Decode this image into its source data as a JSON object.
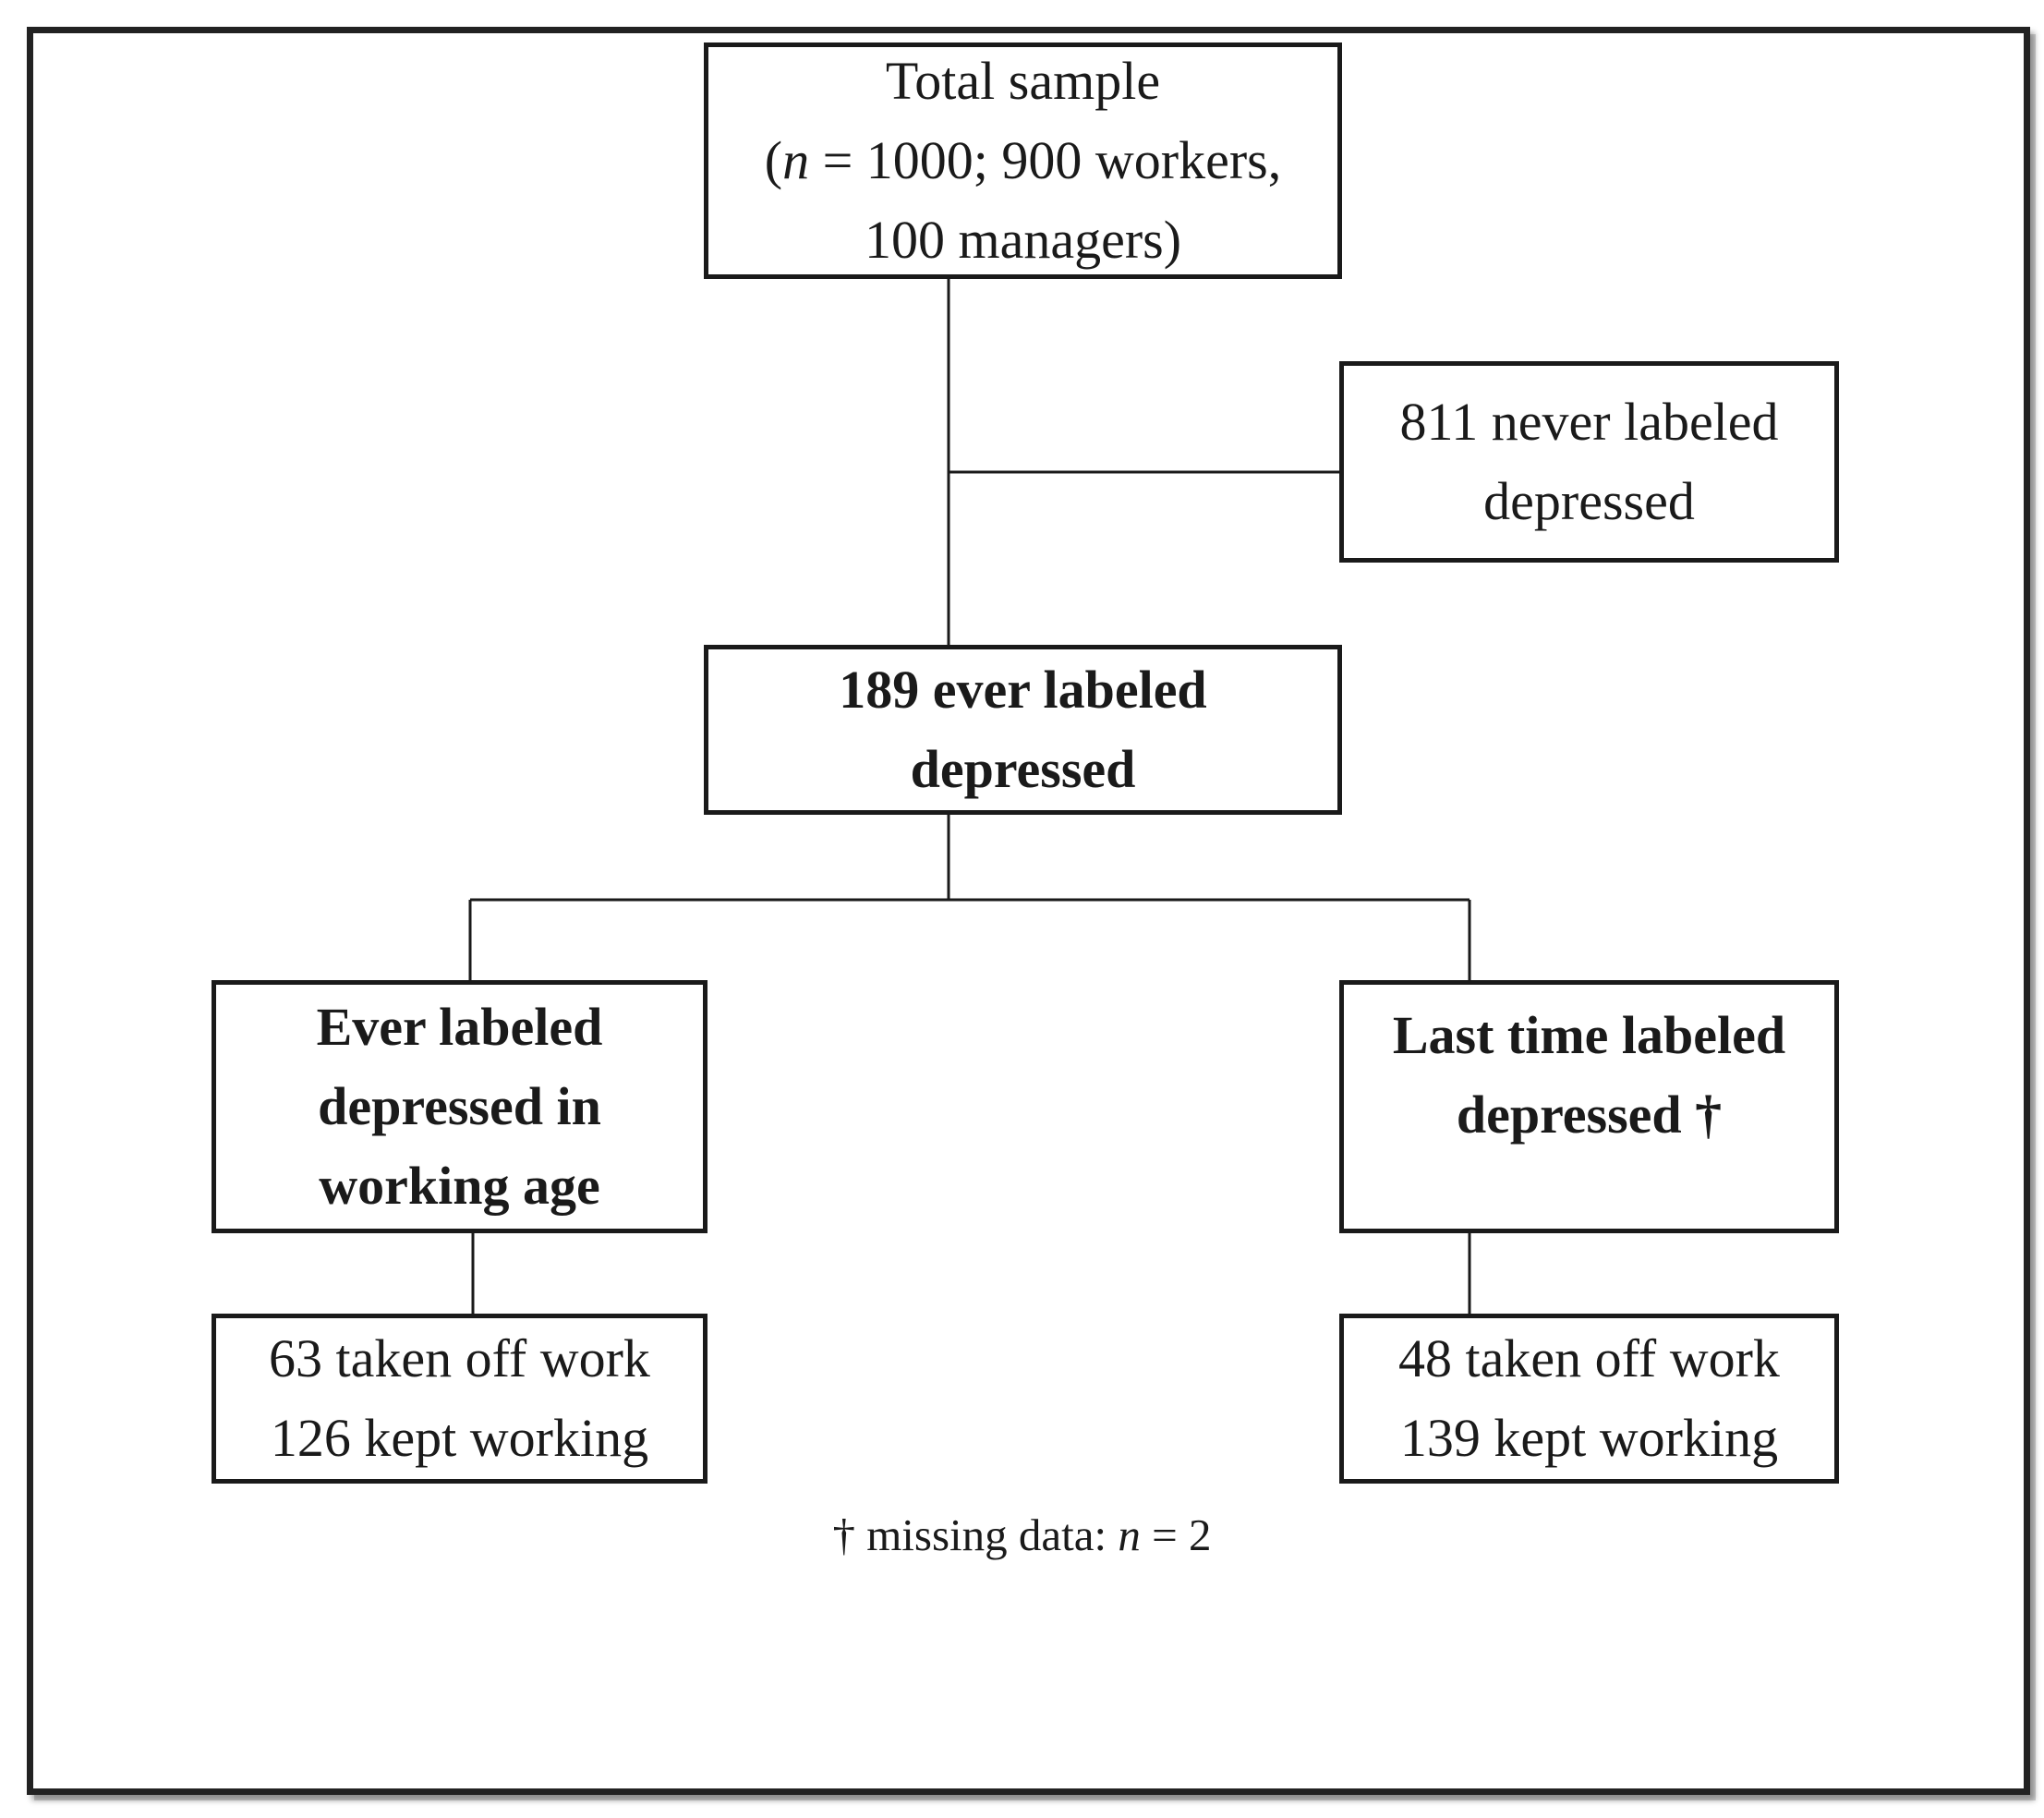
{
  "total_sample": {
    "line1": "Total sample",
    "line2_open": "(",
    "line2_n": "n",
    "line2_rest": " = 1000; 900 workers,",
    "line3": "100 managers)"
  },
  "never_labeled": {
    "line1": "811 never labeled",
    "line2": "depressed"
  },
  "ever_labeled": {
    "line1": "189 ever labeled",
    "line2": "depressed"
  },
  "working_age": {
    "line1": "Ever labeled",
    "line2": "depressed in",
    "line3": "working age"
  },
  "last_time": {
    "line1": "Last time labeled",
    "line2": "depressed †"
  },
  "working_age_outcome": {
    "line1": "63 taken off work",
    "line2": "126 kept working"
  },
  "last_time_outcome": {
    "line1": "48 taken off work",
    "line2": "139 kept working"
  },
  "footnote": {
    "prefix": "† missing data: ",
    "n": "n",
    "suffix": " = 2"
  }
}
